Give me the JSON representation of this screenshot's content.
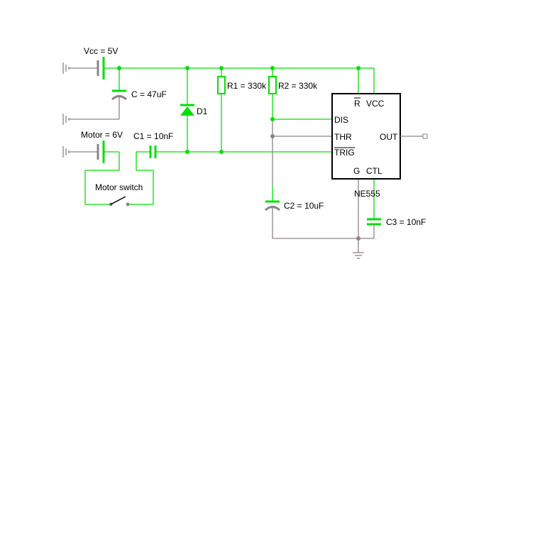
{
  "colors": {
    "active_wire": "#00e000",
    "inactive_wire": "#8c8484",
    "chip_outline": "#000000",
    "background": "#ffffff"
  },
  "labels": {
    "vcc_source": "Vcc = 5V",
    "motor_source": "Motor = 6V",
    "cap_c": "C = 47uF",
    "cap_c1": "C1 = 10nF",
    "diode_d1": "D1",
    "res_r1": "R1 = 330k",
    "res_r2": "R2 = 330k",
    "cap_c2": "C2 = 10uF",
    "cap_c3": "C3 = 10nF",
    "switch": "Motor switch",
    "chip_name": "NE555"
  },
  "chip_pins": {
    "reset": "R",
    "vcc": "VCC",
    "dis": "DIS",
    "thr": "THR",
    "trig": "TRIG",
    "out": "OUT",
    "gnd": "G",
    "ctl": "CTL"
  }
}
